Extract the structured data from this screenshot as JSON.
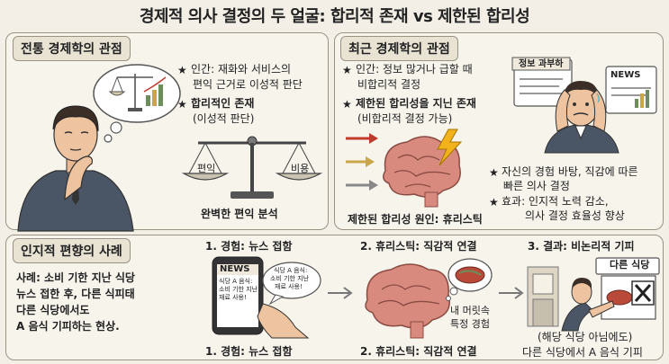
{
  "title": "경제적 의사 결정의 두 얼굴: 합리적 존재 vs 제한된 합리성",
  "traditional": {
    "header": "전통 경제학의 관점",
    "point1_line1": "인간: 재화와 서비스의",
    "point1_line2": "편익 근거로 이성적 판단",
    "point2_line1": "합리적인 존재",
    "point2_line2": "(이성적 판단)",
    "scale_left": "편익",
    "scale_right": "비용",
    "caption": "완벽한 편익 분석"
  },
  "modern": {
    "header": "최근 경제학의 관점",
    "point1_line1": "인간: 정보 많거나 급할 때",
    "point1_line2": "비합리적 결정",
    "point2_line1": "제한된 합리성을 지닌 존재",
    "point2_line2": "(비합리적 결정 가능)",
    "overload_label": "정보 과부하",
    "news_label": "NEWS",
    "heuristic_line1": "자신의 경험 바탕, 직감에 따른",
    "heuristic_line2": "빠른 의사 결정",
    "effect_line1": "효과: 인지적 노력 감소,",
    "effect_line2": "의사 결정 효율성 향상",
    "caption": "제한된 합리성 원인: 휴리스틱"
  },
  "bias": {
    "header": "인지적 편향의 사례",
    "case_line1": "사례: 소비 기한 지난 식당",
    "case_line2": "뉴스 접한 후, 다른 식피태",
    "case_line3": "다른 식당에서도",
    "case_line4": "A 음식 기피하는 현상.",
    "step1_title": "1. 경험: 뉴스 접함",
    "step1_caption": "1. 경험: 뉴스 접함",
    "phone_news": "NEWS",
    "phone_text1": "식당 A 음식:",
    "phone_text2": "소비 기한 지난",
    "phone_text3": "재료 사용!",
    "bubble_text1": "식당 A 음식:",
    "bubble_text2": "소비 기한 지난",
    "bubble_text3": "재료 사용!",
    "step2_title": "2. 휴리스틱: 직감적 연결",
    "step2_caption": "2. 휴리스틱: 직감적 연결",
    "memory_line1": "내 머릿속",
    "memory_line2": "특정 경험",
    "step3_title": "3. 결과: 비논리적 기피",
    "store_sign": "다른 식당",
    "result_line1": "(해당 식당 아님에도)",
    "result_line2": "다른 식당에서 A 음식 기피"
  },
  "colors": {
    "background": "#f3efe6",
    "panel_border": "#9a9384",
    "brain": "#d98a7e",
    "bolt": "#f2b21c",
    "arrow": "#c0392b"
  }
}
